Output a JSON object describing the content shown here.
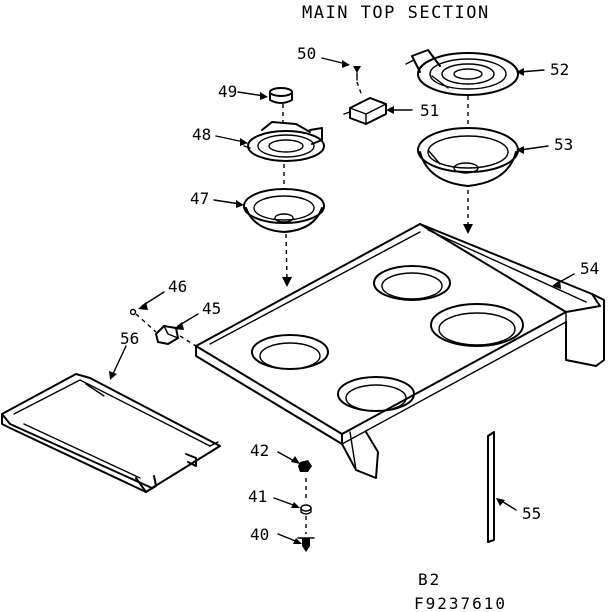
{
  "title": "MAIN TOP SECTION",
  "code_line1": "B2",
  "code_line2": "F9237610",
  "callouts": {
    "p40": "40",
    "p41": "41",
    "p42": "42",
    "p45": "45",
    "p46": "46",
    "p47": "47",
    "p48": "48",
    "p49": "49",
    "p50": "50",
    "p51": "51",
    "p52": "52",
    "p53": "53",
    "p54": "54",
    "p55": "55",
    "p56": "56"
  }
}
